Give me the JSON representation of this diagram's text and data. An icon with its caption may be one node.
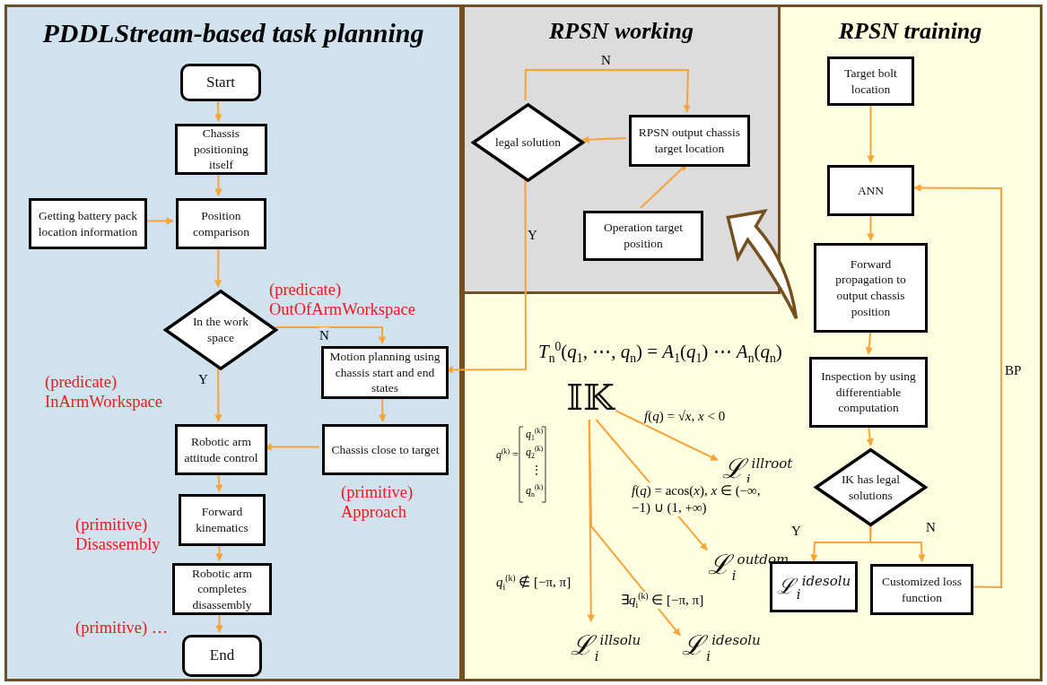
{
  "diagram": {
    "nodes": [
      {
        "text": [
          "PDDLStream-based task planning"
        ]
      },
      {
        "text": [
          "Start"
        ],
        "in": 0
      },
      {
        "text": [
          "Chassis positioning itself"
        ],
        "in": 0
      },
      {
        "text": [
          "Getting battery pack location information"
        ],
        "in": 0
      },
      {
        "text": [
          "Position comparison"
        ],
        "in": 0
      },
      {
        "text": [
          "In the work space"
        ],
        "in": 0
      },
      {
        "text": [
          "Motion planning using chassis start and end states"
        ],
        "in": 0
      },
      {
        "text": [
          "Robotic arm attitude control"
        ],
        "in": 0
      },
      {
        "text": [
          "Chassis close to target"
        ],
        "in": 0,
        "beside": [
          "(primitive) Approach"
        ]
      },
      {
        "text": [
          "Forward kinematics"
        ],
        "in": 0,
        "beside": [
          "(primitive) Disassembly"
        ]
      },
      {
        "text": [
          "Robotic arm completes disassembly"
        ],
        "in": 0
      },
      {
        "text": [
          "End"
        ],
        "in": 0
      },
      {
        "text": [
          "RPSN working"
        ]
      },
      {
        "text": [
          "legal solution"
        ],
        "in": 12
      },
      {
        "text": [
          "RPSN output chassis target location"
        ],
        "in": 12
      },
      {
        "text": [
          "Operation target position"
        ],
        "in": 12
      },
      {
        "text": [
          "RPSN training"
        ]
      },
      {
        "text": [
          "Target bolt location"
        ],
        "in": 16
      },
      {
        "text": [
          "ANN"
        ],
        "in": 16
      },
      {
        "text": [
          "Forward propagation to output chassis position"
        ],
        "in": 16
      },
      {
        "text": [
          "Inspection by using differentiable computation"
        ],
        "in": 16
      },
      {
        "text": [
          "IK has legal solutions"
        ],
        "in": 16
      },
      {
        "text": [
          "ℒ$_{i}$$^{idesolu}$"
        ]
      },
      {
        "text": [
          "Customized loss function"
        ],
        "in": 16
      },
      {
        "text": [
          "𝕀𝕂"
        ]
      },
      {
        "text": [
          "ℒ$_{i}$$^{illroot}$"
        ]
      },
      {
        "text": [
          "ℒ$_{i}$$^{outdom}$"
        ]
      },
      {
        "text": [
          "ℒ$_{i}$$^{illsolu}$"
        ]
      },
      {
        "text": [
          "ℒ$_{i}$$^{idesolu}$"
        ]
      }
    ],
    "edges": [
      {
        "from": 1,
        "to": 2,
        "arrow": "to"
      },
      {
        "from": 2,
        "to": 4,
        "arrow": "to"
      },
      {
        "from": 3,
        "to": 4,
        "arrow": "to"
      },
      {
        "from": 4,
        "to": 5,
        "arrow": "to"
      },
      {
        "from": 5,
        "to": 6,
        "arrow": "to",
        "label": "N"
      },
      {
        "from": 5,
        "to": 7,
        "arrow": "to",
        "label": "Y"
      },
      {
        "from": 6,
        "to": 8,
        "arrow": "to"
      },
      {
        "from": 8,
        "to": 7,
        "arrow": "to"
      },
      {
        "from": 7,
        "to": 9,
        "arrow": "to"
      },
      {
        "from": 9,
        "to": 10,
        "arrow": "to"
      },
      {
        "from": 10,
        "to": 11,
        "arrow": "to"
      },
      {
        "from": 13,
        "to": 14,
        "arrow": "to",
        "label": "N"
      },
      {
        "from": 14,
        "to": 13,
        "arrow": "to"
      },
      {
        "from": 15,
        "to": 14,
        "arrow": "to"
      },
      {
        "from": 13,
        "to": 6,
        "arrow": "to",
        "label": "Y"
      },
      {
        "from": 17,
        "to": 18,
        "arrow": "to"
      },
      {
        "from": 18,
        "to": 19,
        "arrow": "to"
      },
      {
        "from": 19,
        "to": 20,
        "arrow": "to"
      },
      {
        "from": 20,
        "to": 21,
        "arrow": "to"
      },
      {
        "from": 21,
        "to": 22,
        "arrow": "to",
        "label": "Y"
      },
      {
        "from": 21,
        "to": 23,
        "arrow": "to",
        "label": "N"
      },
      {
        "from": 23,
        "to": 18,
        "arrow": "to",
        "label": "BP"
      },
      {
        "from": 24,
        "to": 25,
        "arrow": "to",
        "label": "*f*(*q*) = √*x*, *x* < 0"
      },
      {
        "from": 24,
        "to": 26,
        "arrow": "to",
        "label": "*f*(*q*) = acos(*x*), *x* ∈ (−∞, −1) ∪ (1, +∞)"
      },
      {
        "from": 24,
        "to": 27,
        "arrow": "to",
        "label": "*q*$_{i}$$^{(k)}$ ∉ [−π, π]"
      },
      {
        "from": 24,
        "to": 28,
        "arrow": "to",
        "label": "∃*q*$_{i}$$^{(k)}$ ∈ [−π, π]"
      },
      {
        "from": 16,
        "to": 12,
        "arrow": "to",
        "style": "thick",
        "color": "#74501f"
      }
    ],
    "labels": [
      "(predicate) OutOfArmWorkspace",
      "(predicate) InArmWorkspace",
      "(primitive) …",
      "*T*$_{n}$$^{0}$(*q*$_{1}$, ⋯, *q*$_{n}$) = *A*$_{1}$(*q*$_{1}$) ⋯ *A*$_{n}$(*q*$_{n}$)",
      "*q*$^{(k)}$ =",
      "*q*$_{1}$$^{(k)}$",
      "*q*$_{2}$$^{(k)}$",
      "⋮",
      "*q*$_{n}$$^{(k)}$"
    ]
  }
}
